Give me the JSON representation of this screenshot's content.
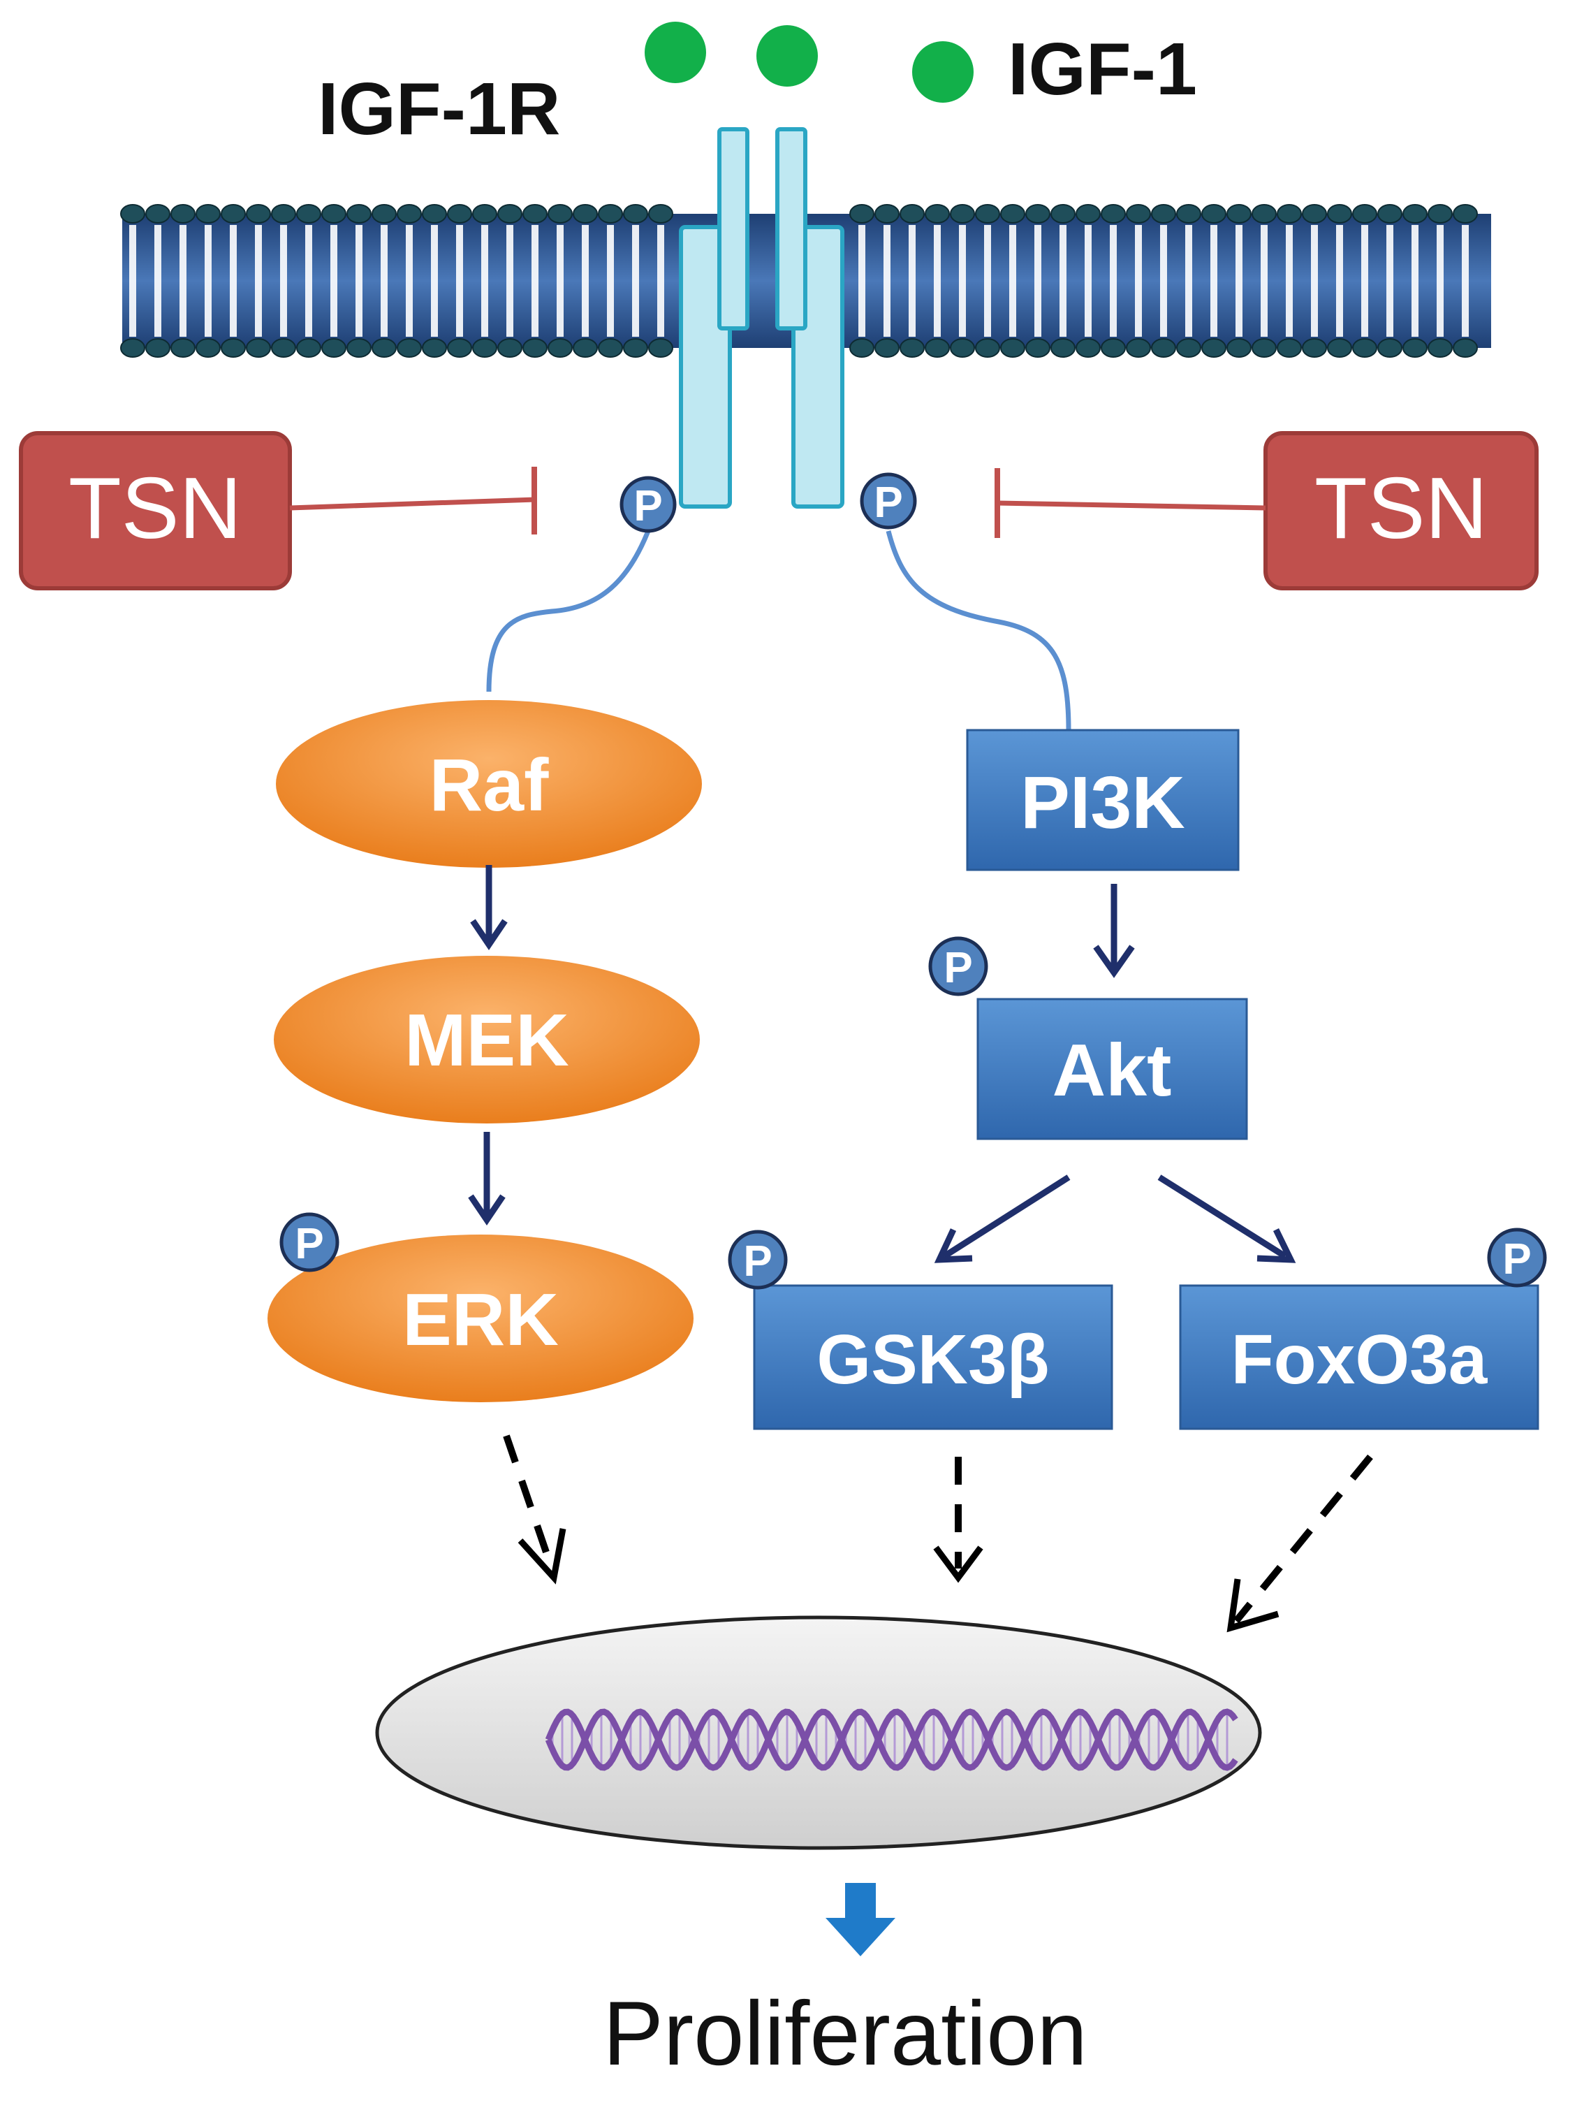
{
  "labels": {
    "receptor": "IGF-1R",
    "ligand": "IGF-1",
    "inhibitor_left": "TSN",
    "inhibitor_right": "TSN",
    "raf": "Raf",
    "mek": "MEK",
    "erk": "ERK",
    "pi3k": "PI3K",
    "akt": "Akt",
    "gsk3b": "GSK3β",
    "foxo3a": "FoxO3a",
    "outcome": "Proliferation",
    "phospho": "P"
  },
  "colors": {
    "ligand": "#12b04a",
    "membrane_body": "#2f5597",
    "membrane_head": "#1f4e5a",
    "receptor_fill": "#bfe8f2",
    "receptor_stroke": "#2aa6c4",
    "inhibitor_box": "#c0504d",
    "inhibitor_line": "#c0504d",
    "mapk_oval": "#f08a24",
    "pi3k_box": "#3a78c3",
    "phospho_circle": "#4f81bd",
    "arrow_solid": "#1f2f6b",
    "arrow_dashed": "#000000",
    "nucleus": "#e2e2e2",
    "dna": "#7b4fa8",
    "outcome_arrow": "#1f7bc9"
  }
}
